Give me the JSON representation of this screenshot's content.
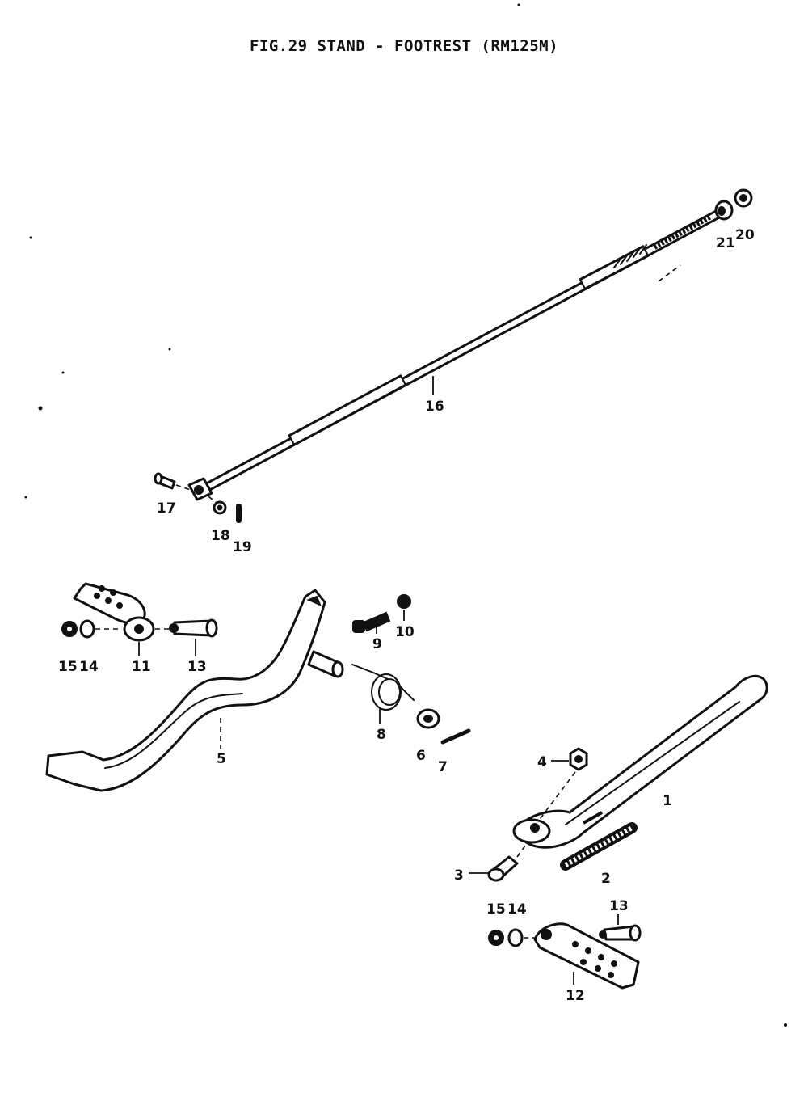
{
  "title": "FIG.29  STAND - FOOTREST (RM125M)",
  "callouts": {
    "p1": "1",
    "p2": "2",
    "p3": "3",
    "p4": "4",
    "p5": "5",
    "p6": "6",
    "p7": "7",
    "p8": "8",
    "p9": "9",
    "p10": "10",
    "p11": "11",
    "p12": "12",
    "p13a": "13",
    "p13b": "13",
    "p14a": "14",
    "p14b": "14",
    "p15a": "15",
    "p15b": "15",
    "p16": "16",
    "p17": "17",
    "p18": "18",
    "p19": "19",
    "p20": "20",
    "p21": "21"
  }
}
